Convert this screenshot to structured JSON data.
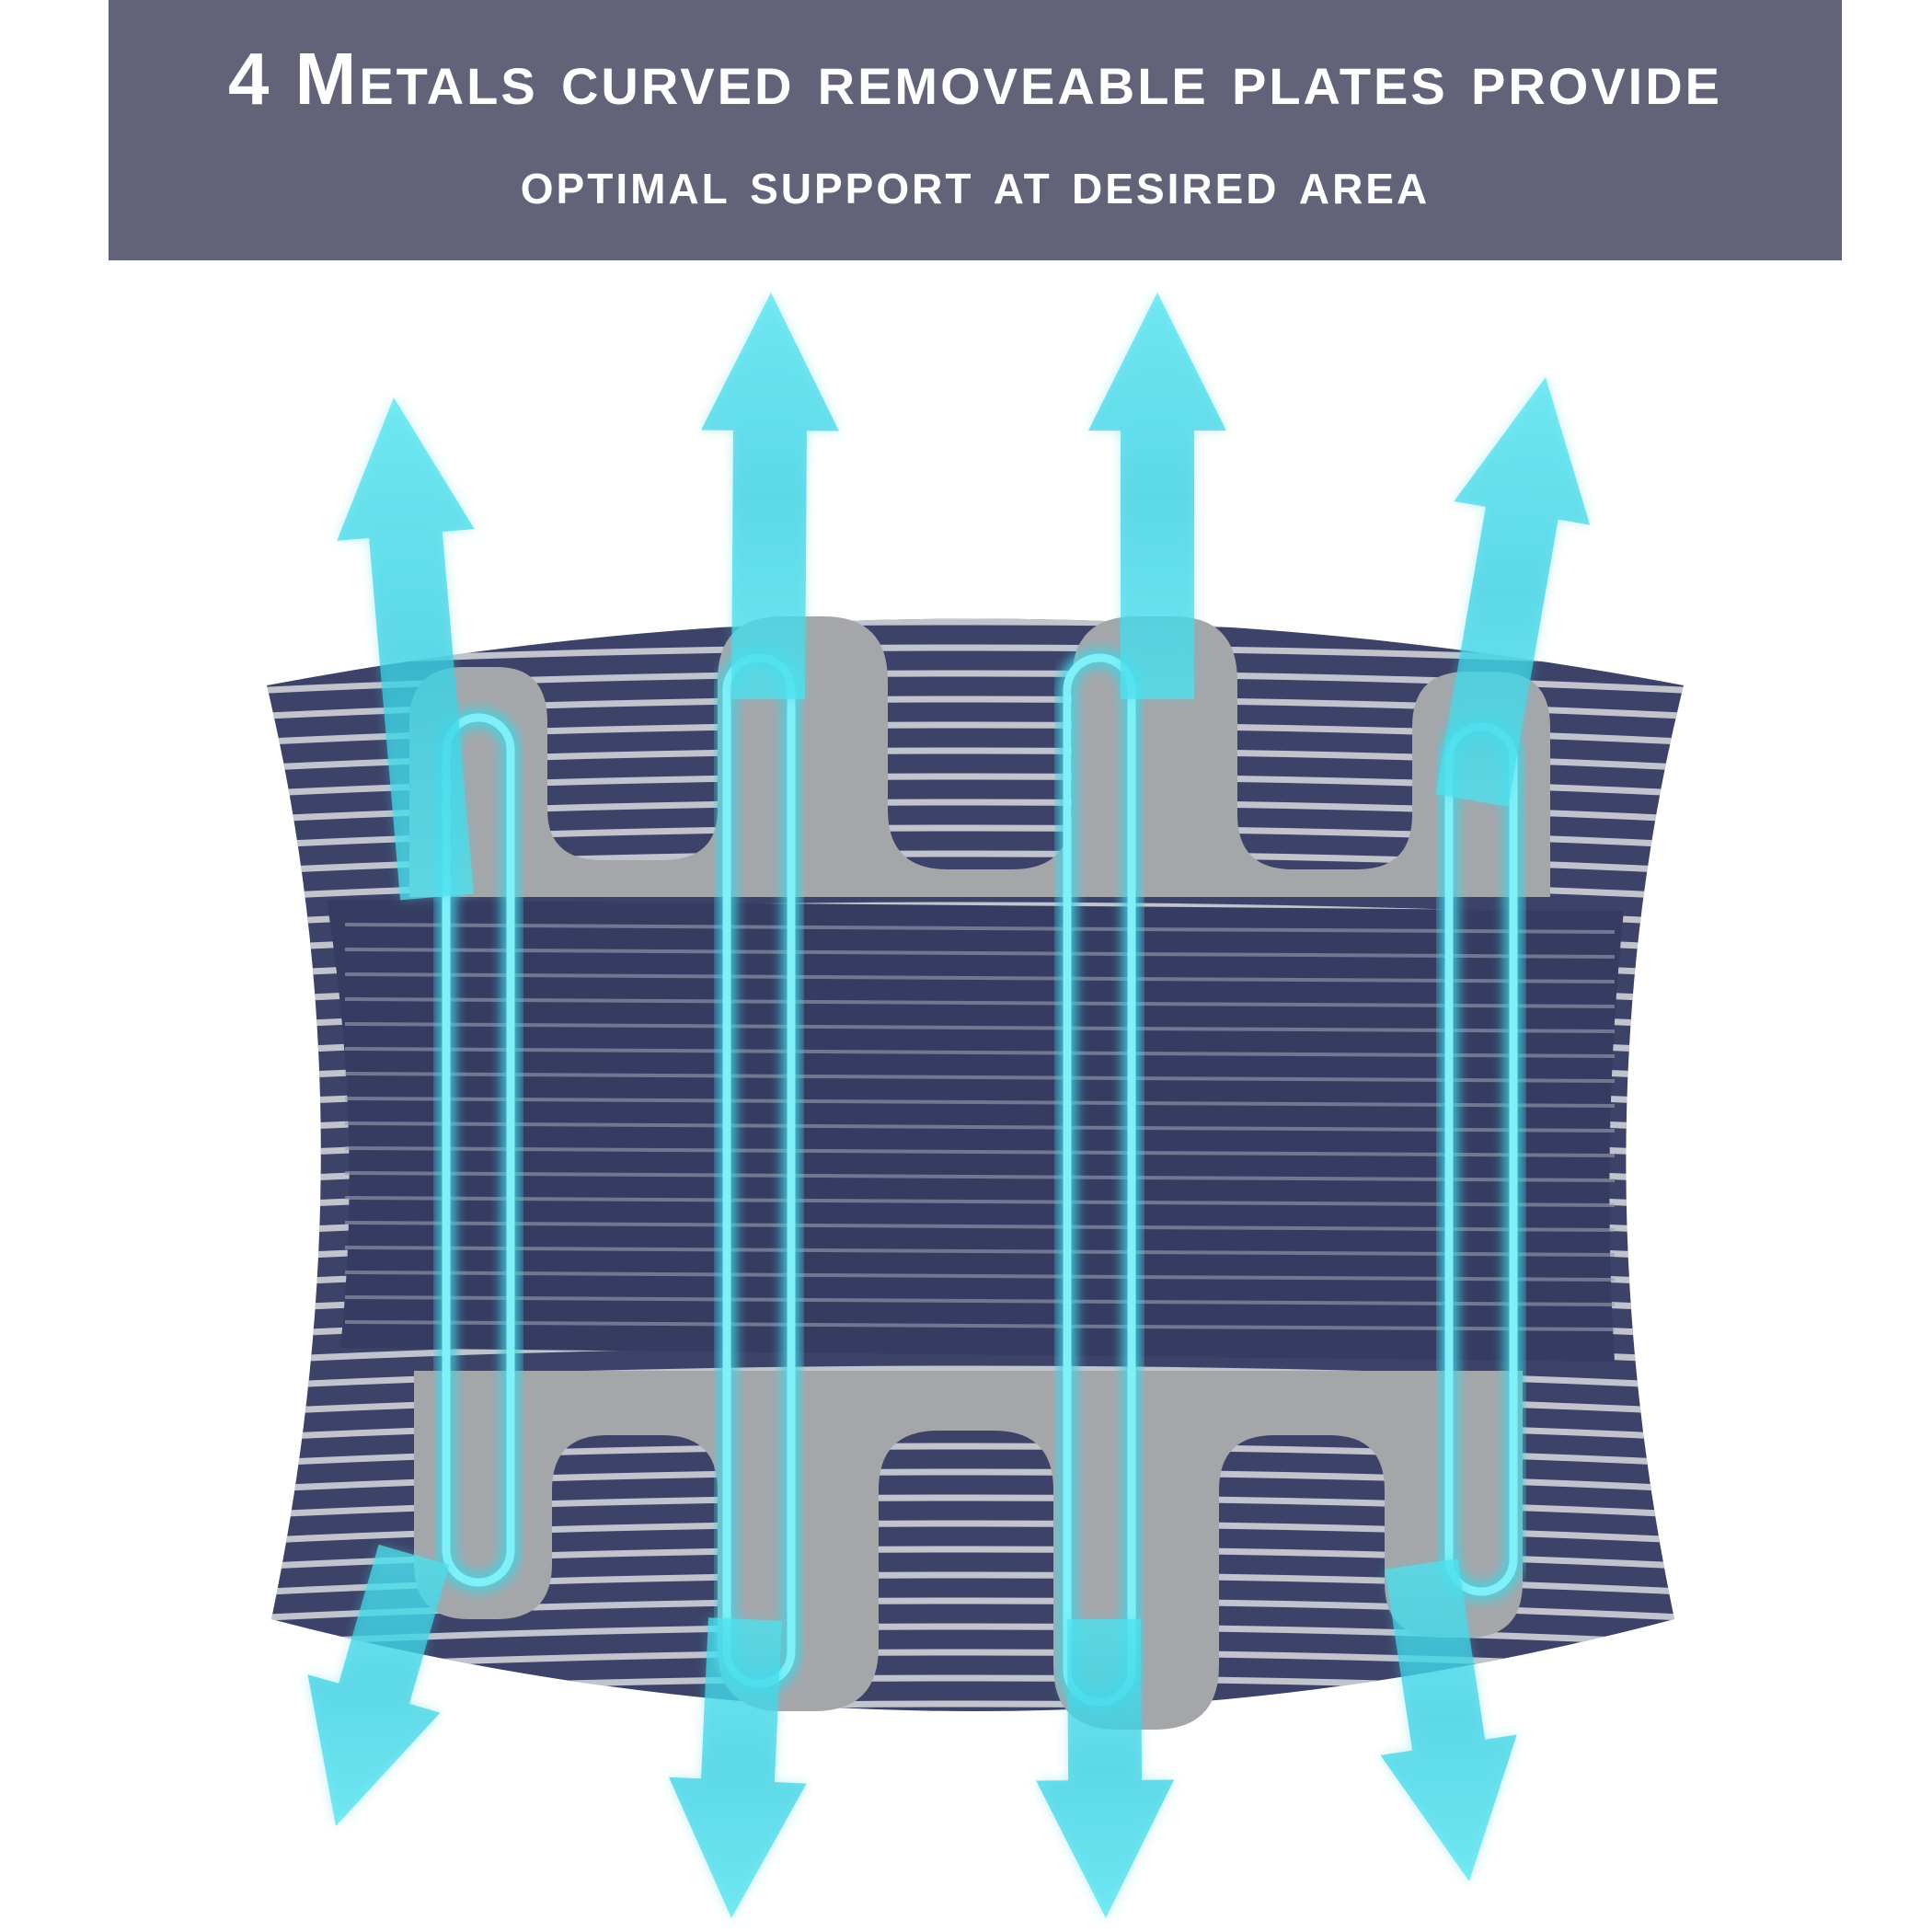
{
  "banner": {
    "line1": "4 Metals curved removeable plates provide",
    "line2": "optimal support at desired area"
  },
  "product": {
    "subject": "back-brace",
    "plate_count": 4,
    "colors": {
      "banner": "#626379",
      "brace_navy": "#3c4268",
      "stripe": "#d9dadf",
      "plate_gray": "#a5a6aa",
      "arrow_cyan": "#3fd6e6"
    }
  }
}
